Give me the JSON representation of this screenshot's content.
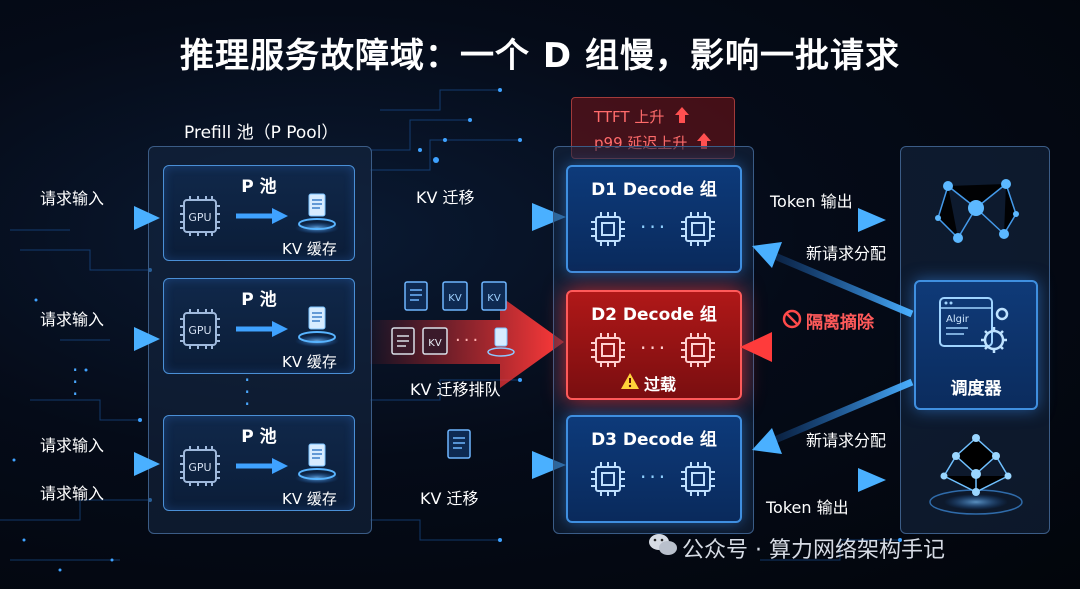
{
  "title": "推理服务故障域：一个 D 组慢，影响一批请求",
  "prefill_pool": {
    "label": "Prefill 池（P Pool）",
    "boxes": [
      {
        "title": "P 池",
        "gpu": "GPU",
        "cache": "KV 缓存"
      },
      {
        "title": "P 池",
        "gpu": "GPU",
        "cache": "KV 缓存"
      },
      {
        "title": "P 池",
        "gpu": "GPU",
        "cache": "KV 缓存"
      }
    ]
  },
  "inputs": [
    "请求输入",
    "请求输入",
    "请求输入",
    "请求输入"
  ],
  "migration": {
    "top": "KV 迁移",
    "middle": "KV 迁移排队",
    "bottom": "KV 迁移",
    "kv_tag": "KV"
  },
  "alert": {
    "line1": "TTFT 上升",
    "line2": "p99 延迟上升"
  },
  "decode_groups": [
    {
      "title": "D1 Decode 组",
      "status": "normal"
    },
    {
      "title": "D2 Decode 组",
      "status": "overloaded",
      "warning": "过载"
    },
    {
      "title": "D3 Decode 组",
      "status": "normal"
    }
  ],
  "outputs": {
    "top": "Token 输出",
    "bottom": "Token 输出"
  },
  "scheduler": {
    "label": "调度器",
    "code_text": "Algir",
    "assign_top": "新请求分配",
    "assign_bottom": "新请求分配",
    "isolate": "隔离摘除"
  },
  "watermark": "公众号 · 算力网络架构手记",
  "colors": {
    "accent_blue": "#3fa2ff",
    "alert_red": "#ff3b3b",
    "alert_text": "#ff6b6b"
  }
}
